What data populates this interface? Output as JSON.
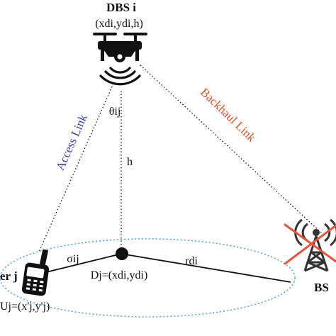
{
  "dbs": {
    "title": "DBS i",
    "coords": "(xdi,ydi,h)"
  },
  "links": {
    "access": "Access Link",
    "backhaul": "Backhaul Link"
  },
  "angle_label": "θij",
  "height_label": "h",
  "sigma_label": "σij",
  "r_label": "rdi",
  "center_label": "Dj=(xdi,ydi)",
  "user": {
    "title": "er j",
    "coords": "Uj=(x'j,y'j)"
  },
  "bs": {
    "label": "BS"
  },
  "colors": {
    "access": "#3a3f9e",
    "backhaul": "#d9532b",
    "ellipse": "#5aa2d6",
    "cross": "#e2563f",
    "line": "#111111"
  },
  "icons": {
    "drone": "drone-icon",
    "signal": "signal-waves-icon",
    "phone": "mobile-phone-icon",
    "tower": "cell-tower-icon",
    "cross": "cross-out-icon"
  }
}
